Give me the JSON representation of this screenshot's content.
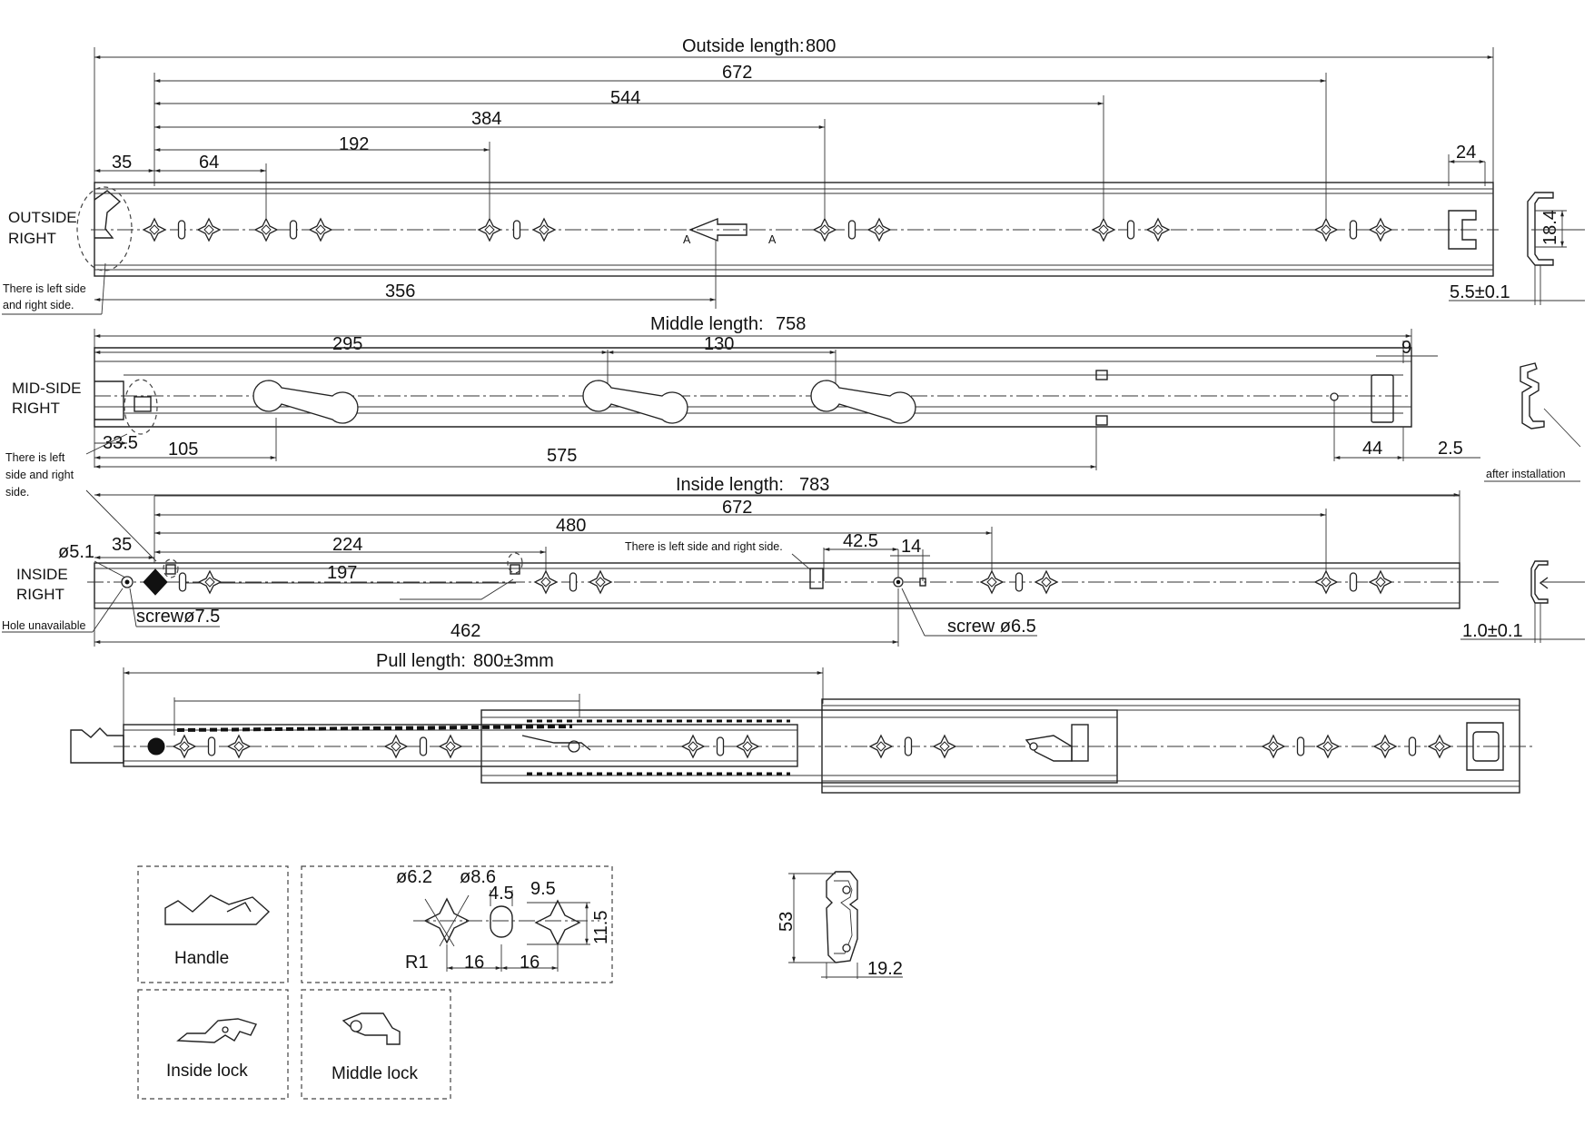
{
  "outside": {
    "title_label": "Outside length:",
    "title_value": "800",
    "dims": [
      "672",
      "544",
      "384",
      "192",
      "64",
      "35",
      "24",
      "356",
      "18.4",
      "5.5±0.1"
    ],
    "side_label_line1": "OUTSIDE",
    "side_label_line2": "RIGHT",
    "note_line1": "There is left side",
    "note_line2": "and right side.",
    "section_mark": "A"
  },
  "middle": {
    "title_label": "Middle length:",
    "title_value": "758",
    "dims": [
      "295",
      "130",
      "9",
      "33.5",
      "105",
      "575",
      "44",
      "2.5"
    ],
    "side_label_line1": "MID-SIDE",
    "side_label_line2": "RIGHT",
    "note_line1": "There is left",
    "note_line2": "side and right",
    "note_line3": "side.",
    "after_installation": "after installation"
  },
  "inside": {
    "title_label": "Inside length:",
    "title_value": "783",
    "dims": [
      "672",
      "480",
      "224",
      "197",
      "42.5",
      "14",
      "462",
      "1.0±0.1"
    ],
    "hole_dia": "ø5.1",
    "dim_35": "35",
    "side_label_line1": "INSIDE",
    "side_label_line2": "RIGHT",
    "hole_unavailable": "Hole unavailable",
    "screw_left": "screwø7.5",
    "screw_right": "screw ø6.5",
    "note": "There is left side and right side."
  },
  "pull": {
    "title_label": "Pull length:",
    "title_value": "800±3mm"
  },
  "details": {
    "handle": "Handle",
    "inside_lock": "Inside lock",
    "middle_lock": "Middle lock",
    "hole_dims": [
      "ø6.2",
      "ø8.6",
      "4.5",
      "9.5",
      "11.5",
      "R1",
      "16",
      "16"
    ],
    "profile_dims": [
      "53",
      "19.2"
    ]
  }
}
